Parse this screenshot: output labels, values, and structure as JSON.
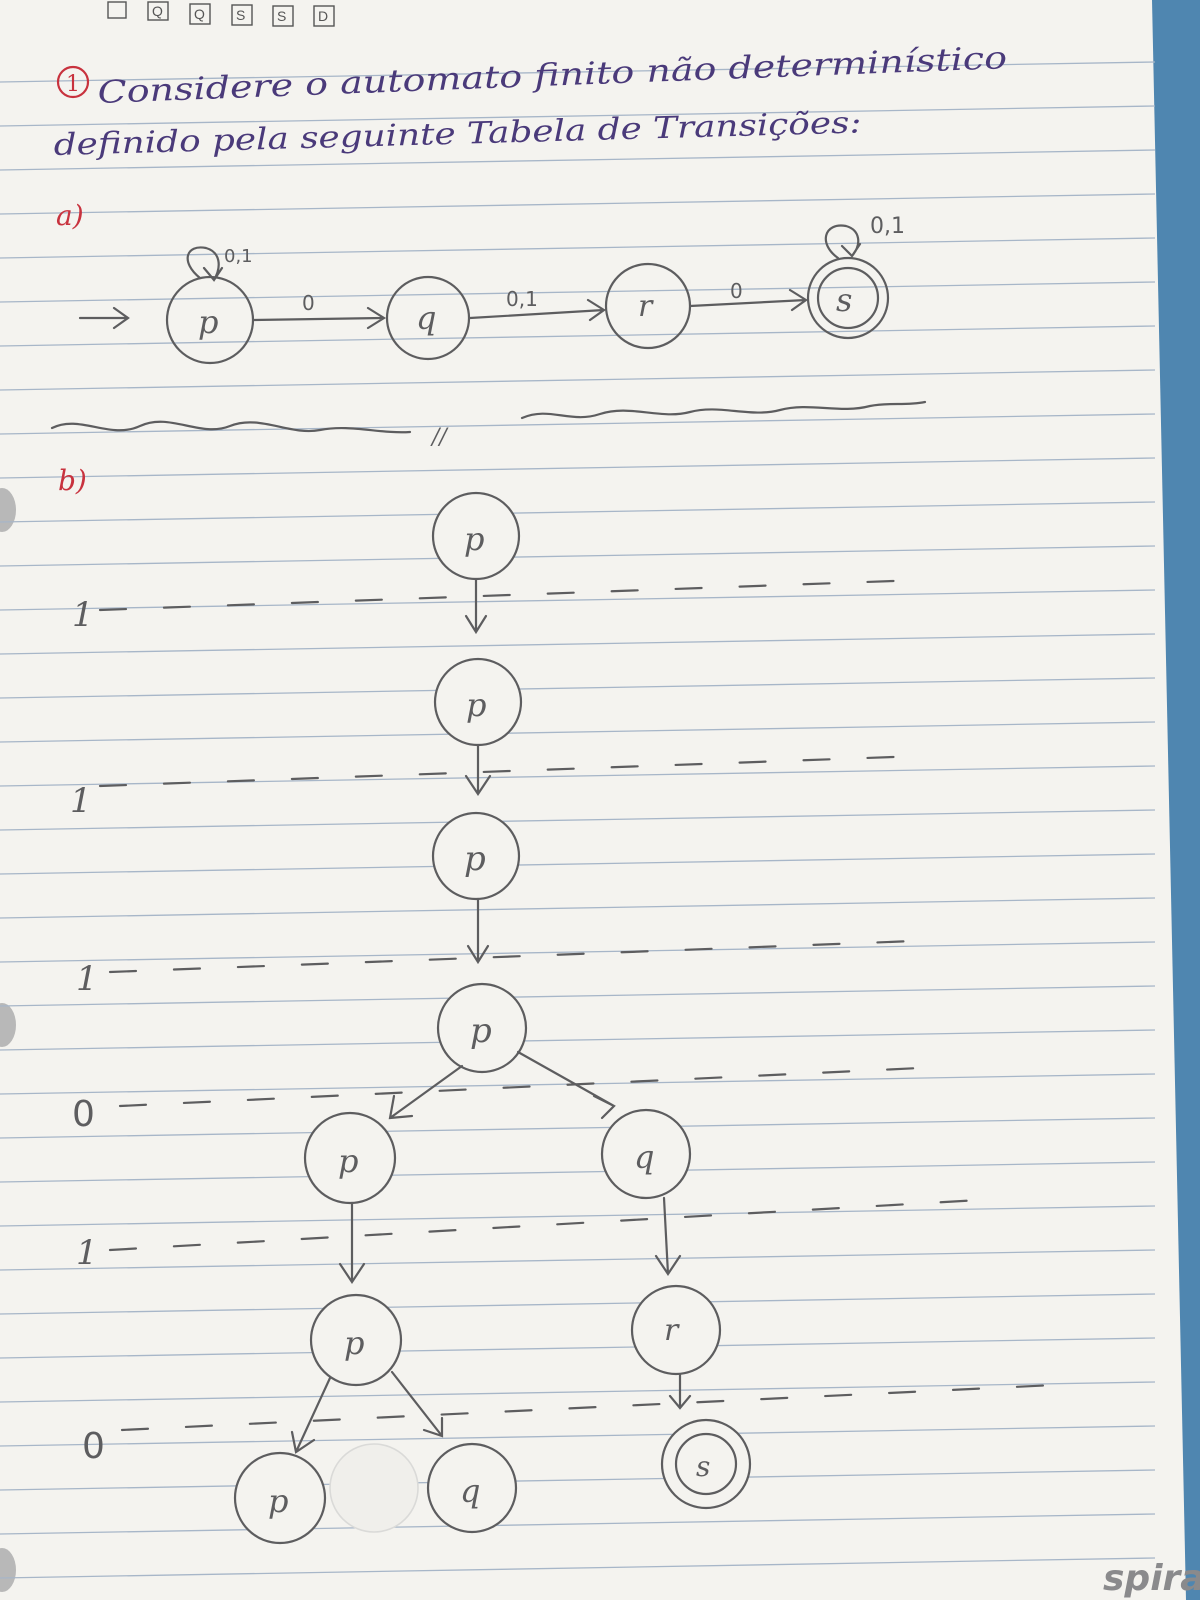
{
  "colors": {
    "paper": "#f5f4f0",
    "rule_line": "#9fb0c4",
    "pencil": "#5d5d5f",
    "ink_red": "#c8323e",
    "ink_purple": "#4a3a7a",
    "binder_edge": "#4f86b0"
  },
  "header": {
    "checkbox_letters": [
      "Q",
      "Q",
      "S",
      "S",
      "D"
    ]
  },
  "question": {
    "number": "1",
    "line1": "Considere o automato finito não determinístico",
    "line2": "definido pela seguinte Tabela de Transições:"
  },
  "part_a": {
    "label": "a)",
    "states": [
      "p",
      "q",
      "r",
      "s"
    ],
    "self_loop_p": "0,1",
    "self_loop_s": "0,1",
    "edges": [
      {
        "from": "p",
        "to": "q",
        "label": "0"
      },
      {
        "from": "q",
        "to": "r",
        "label": "0,1"
      },
      {
        "from": "r",
        "to": "s",
        "label": "0"
      }
    ],
    "divider_mark": "//"
  },
  "part_b": {
    "label": "b)",
    "inputs": [
      "1",
      "1",
      "1",
      "0",
      "1",
      "0"
    ],
    "tree_nodes": [
      "p",
      "p",
      "p",
      "p",
      "p",
      "q",
      "p",
      "r",
      "p",
      "q",
      "s"
    ]
  },
  "brand": "spira"
}
